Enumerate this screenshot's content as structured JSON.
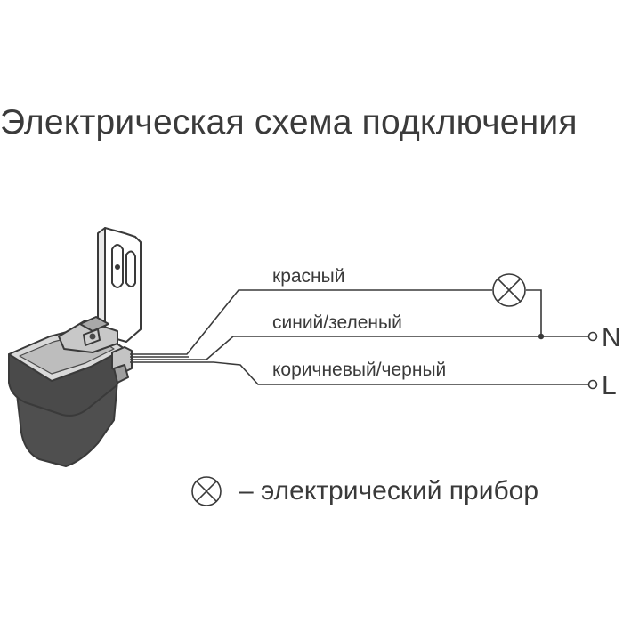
{
  "title": "Электрическая схема подключения",
  "wires": [
    {
      "label": "красный"
    },
    {
      "label": "синий/зеленый"
    },
    {
      "label": "коричневый/черный"
    }
  ],
  "terminals": [
    {
      "letter": "N"
    },
    {
      "letter": "L"
    }
  ],
  "legend": {
    "icon": "lamp-symbol-icon",
    "text": "– электрический прибор"
  },
  "colors": {
    "line": "#3a3a3a",
    "sensor_body": "#4f4f4f"
  }
}
